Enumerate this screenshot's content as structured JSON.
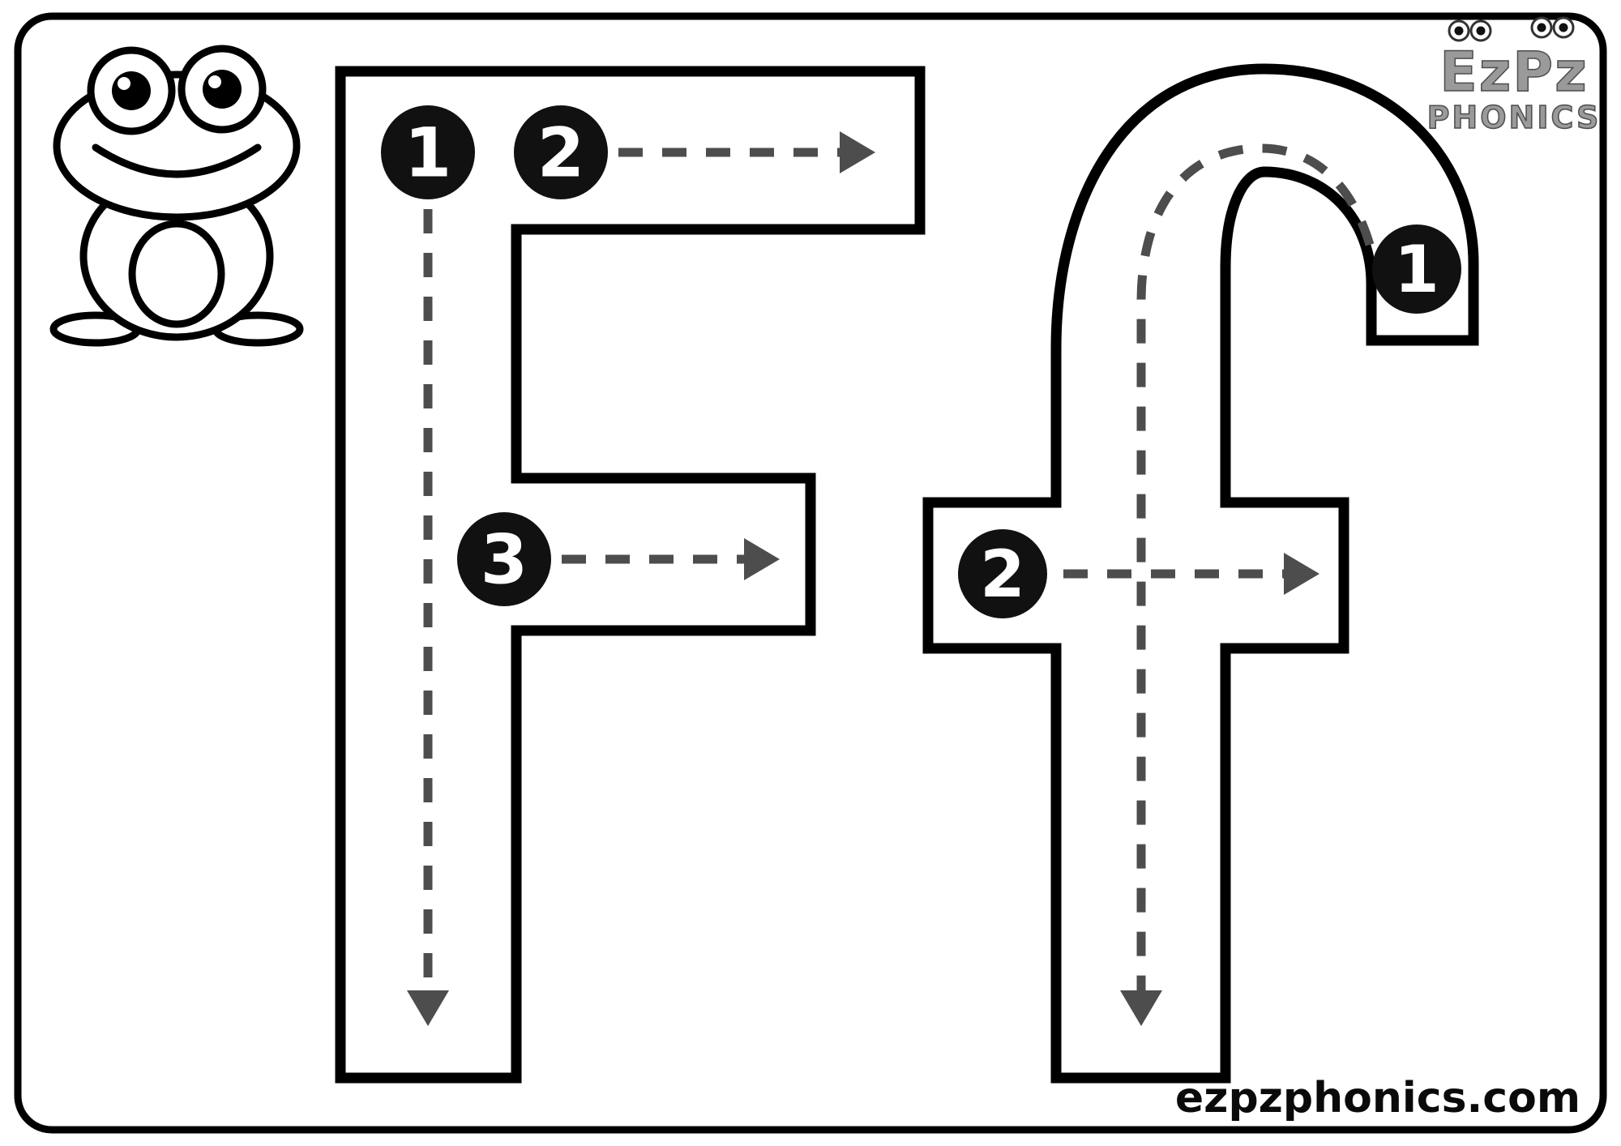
{
  "page": {
    "background": "#ffffff",
    "border_color": "#000000"
  },
  "logo": {
    "title": "EzPz",
    "subtitle": "PHONICS"
  },
  "footer": {
    "website": "ezpzphonics.com"
  },
  "tracing": {
    "uppercase": {
      "letter": "F",
      "badges": [
        "1",
        "2",
        "3"
      ]
    },
    "lowercase": {
      "letter": "f",
      "badges": [
        "1",
        "2"
      ]
    }
  },
  "illustration": {
    "subject": "frog"
  },
  "colors": {
    "ink": "#000000",
    "guide_gray": "#4d4d4d",
    "badge_fill": "#111111",
    "badge_text": "#ffffff",
    "logo_gray": "#9a9a9a"
  }
}
